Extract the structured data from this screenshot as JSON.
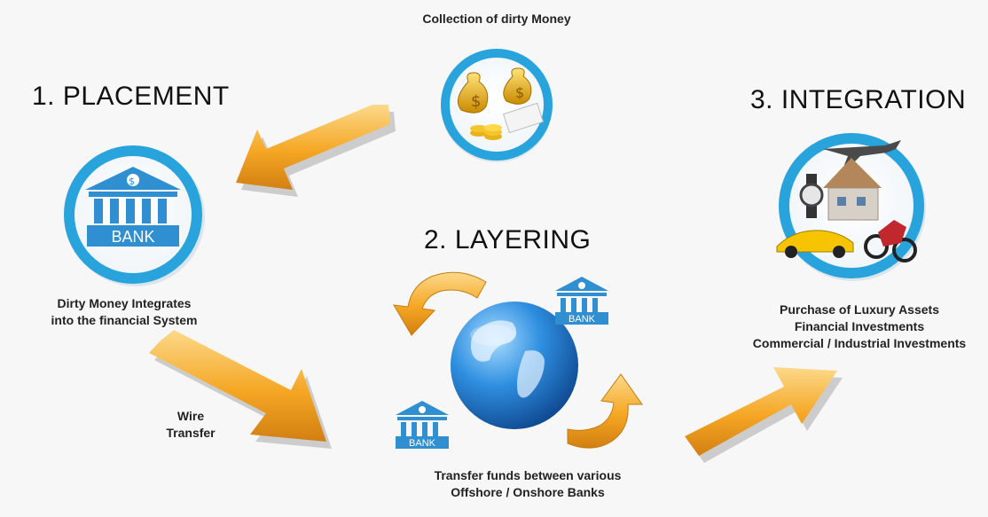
{
  "collection": {
    "caption": "Collection of dirty Money"
  },
  "placement": {
    "heading": "1. PLACEMENT",
    "bank_text": "BANK",
    "caption_line1": "Dirty Money Integrates",
    "caption_line2": "into the financial System"
  },
  "layering": {
    "heading": "2. LAYERING",
    "small_bank_text": "BANK",
    "caption_line1": "Transfer funds between various",
    "caption_line2": "Offshore / Onshore Banks"
  },
  "integration": {
    "heading": "3. INTEGRATION",
    "caption_line1": "Purchase of Luxury Assets",
    "caption_line2": "Financial Investments",
    "caption_line3": "Commercial / Industrial Investments"
  },
  "wire": {
    "line1": "Wire",
    "line2": "Transfer"
  },
  "colors": {
    "ring": "#29a3dc",
    "ring_dark": "#1f87c0",
    "arrow": "#f5a623",
    "arrow_dark": "#d9861b",
    "bank": "#2f8fd0"
  }
}
